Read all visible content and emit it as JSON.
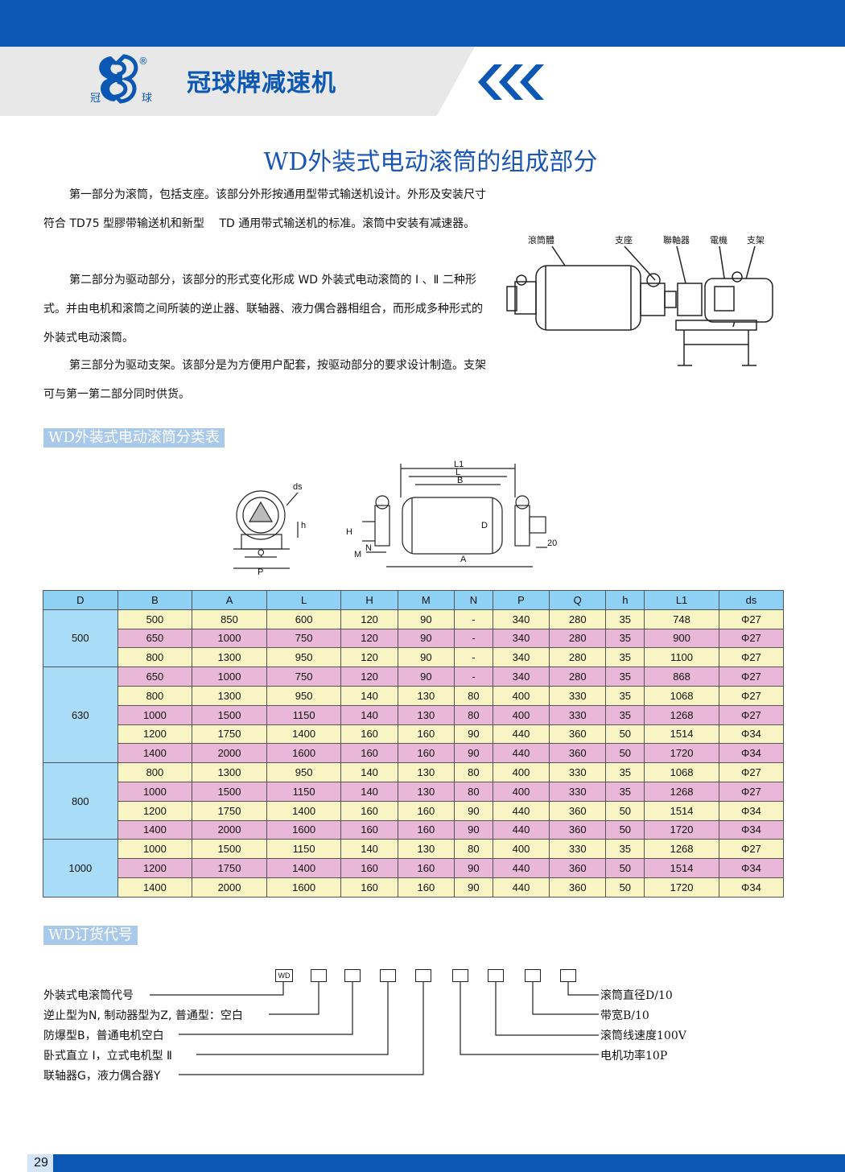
{
  "header": {
    "brand_name": "冠球牌减速机",
    "logo_text_left": "冠",
    "logo_text_right": "球",
    "logo_reg": "®"
  },
  "title": "WD外装式电动滚筒的组成部分",
  "paragraphs": [
    "第一部分为滚筒，包括支座。该部分外形按通用型带式输送机设计。外形及安装尺寸符合 TD75 型膠带输送机和新型　 TD 通用带式输送机的标准。滚筒中安装有减速器。",
    "第二部分为驱动部分，该部分的形式变化形成 WD 外装式电动滚筒的 Ⅰ 、Ⅱ 二种形式。并由电机和滚筒之间所装的逆止器、联轴器、液力偶合器相组合，而形成多种形式的外装式电动滚筒。",
    "第三部分为驱动支架。该部分是为方便用户配套，按驱动部分的要求设计制造。支架可与第一第二部分同时供货。"
  ],
  "diagram1_labels": [
    "滾筒體",
    "支座",
    "聯軸器",
    "電機",
    "支架"
  ],
  "section1_label": "WD外装式电动滚筒分类表",
  "diagram2_labels": {
    "ds": "ds",
    "h": "h",
    "Q": "Q",
    "P": "P",
    "L1": "L1",
    "L": "L",
    "B": "B",
    "D": "D",
    "H": "H",
    "M": "M",
    "N": "N",
    "A": "A",
    "n20": "20"
  },
  "table": {
    "headers": [
      "D",
      "B",
      "A",
      "L",
      "H",
      "M",
      "N",
      "P",
      "Q",
      "h",
      "L1",
      "ds"
    ],
    "groups": [
      {
        "D": "500",
        "rows": [
          [
            "500",
            "850",
            "600",
            "120",
            "90",
            "-",
            "340",
            "280",
            "35",
            "748",
            "Φ27"
          ],
          [
            "650",
            "1000",
            "750",
            "120",
            "90",
            "-",
            "340",
            "280",
            "35",
            "900",
            "Φ27"
          ],
          [
            "800",
            "1300",
            "950",
            "120",
            "90",
            "-",
            "340",
            "280",
            "35",
            "1100",
            "Φ27"
          ]
        ]
      },
      {
        "D": "630",
        "rows": [
          [
            "650",
            "1000",
            "750",
            "120",
            "90",
            "-",
            "340",
            "280",
            "35",
            "868",
            "Φ27"
          ],
          [
            "800",
            "1300",
            "950",
            "140",
            "130",
            "80",
            "400",
            "330",
            "35",
            "1068",
            "Φ27"
          ],
          [
            "1000",
            "1500",
            "1150",
            "140",
            "130",
            "80",
            "400",
            "330",
            "35",
            "1268",
            "Φ27"
          ],
          [
            "1200",
            "1750",
            "1400",
            "160",
            "160",
            "90",
            "440",
            "360",
            "50",
            "1514",
            "Φ34"
          ],
          [
            "1400",
            "2000",
            "1600",
            "160",
            "160",
            "90",
            "440",
            "360",
            "50",
            "1720",
            "Φ34"
          ]
        ]
      },
      {
        "D": "800",
        "rows": [
          [
            "800",
            "1300",
            "950",
            "140",
            "130",
            "80",
            "400",
            "330",
            "35",
            "1068",
            "Φ27"
          ],
          [
            "1000",
            "1500",
            "1150",
            "140",
            "130",
            "80",
            "400",
            "330",
            "35",
            "1268",
            "Φ27"
          ],
          [
            "1200",
            "1750",
            "1400",
            "160",
            "160",
            "90",
            "440",
            "360",
            "50",
            "1514",
            "Φ34"
          ],
          [
            "1400",
            "2000",
            "1600",
            "160",
            "160",
            "90",
            "440",
            "360",
            "50",
            "1720",
            "Φ34"
          ]
        ]
      },
      {
        "D": "1000",
        "rows": [
          [
            "1000",
            "1500",
            "1150",
            "140",
            "130",
            "80",
            "400",
            "330",
            "35",
            "1268",
            "Φ27"
          ],
          [
            "1200",
            "1750",
            "1400",
            "160",
            "160",
            "90",
            "440",
            "360",
            "50",
            "1514",
            "Φ34"
          ],
          [
            "1400",
            "2000",
            "1600",
            "160",
            "160",
            "90",
            "440",
            "360",
            "50",
            "1720",
            "Φ34"
          ]
        ]
      }
    ]
  },
  "section2_label": "WD订货代号",
  "order_code": {
    "prefix_box": "WD",
    "left_labels": [
      "外装式电滚筒代号",
      "逆止型为N, 制动器型为Z, 普通型：空白",
      "防爆型B，普通电机空白",
      "卧式直立 Ⅰ，立式电机型 Ⅱ",
      "联轴器G，液力偶合器Y"
    ],
    "right_labels": [
      "滚筒直径D/10",
      "带宽B/10",
      "滚筒线速度100V",
      "电机功率10P"
    ]
  },
  "page_number": "29"
}
